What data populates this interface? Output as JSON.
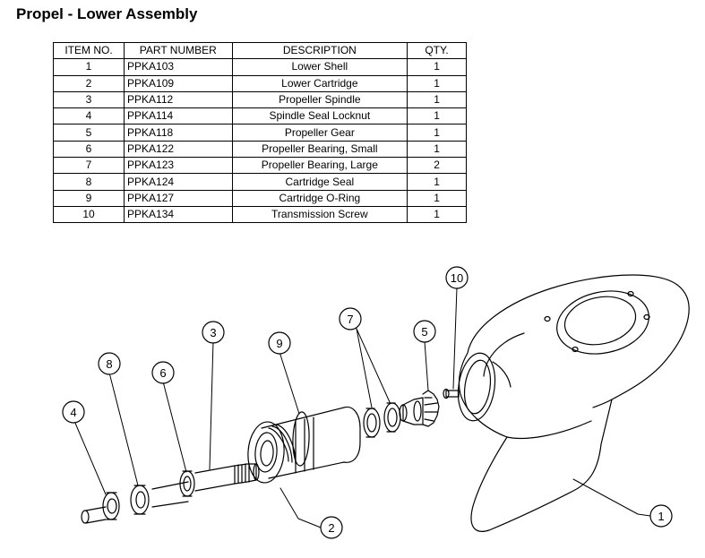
{
  "title": "Propel - Lower Assembly",
  "table": {
    "headers": [
      "ITEM NO.",
      "PART NUMBER",
      "DESCRIPTION",
      "QTY."
    ],
    "rows": [
      {
        "item": "1",
        "part": "PPKA103",
        "desc": "Lower Shell",
        "qty": "1"
      },
      {
        "item": "2",
        "part": "PPKA109",
        "desc": "Lower Cartridge",
        "qty": "1"
      },
      {
        "item": "3",
        "part": "PPKA112",
        "desc": "Propeller Spindle",
        "qty": "1"
      },
      {
        "item": "4",
        "part": "PPKA114",
        "desc": "Spindle Seal Locknut",
        "qty": "1"
      },
      {
        "item": "5",
        "part": "PPKA118",
        "desc": "Propeller Gear",
        "qty": "1"
      },
      {
        "item": "6",
        "part": "PPKA122",
        "desc": "Propeller Bearing, Small",
        "qty": "1"
      },
      {
        "item": "7",
        "part": "PPKA123",
        "desc": "Propeller Bearing, Large",
        "qty": "2"
      },
      {
        "item": "8",
        "part": "PPKA124",
        "desc": "Cartridge Seal",
        "qty": "1"
      },
      {
        "item": "9",
        "part": "PPKA127",
        "desc": "Cartridge O-Ring",
        "qty": "1"
      },
      {
        "item": "10",
        "part": "PPKA134",
        "desc": "Transmission Screw",
        "qty": "1"
      }
    ]
  },
  "balloons": [
    "10",
    "7",
    "5",
    "3",
    "9",
    "8",
    "6",
    "4",
    "2",
    "1"
  ]
}
